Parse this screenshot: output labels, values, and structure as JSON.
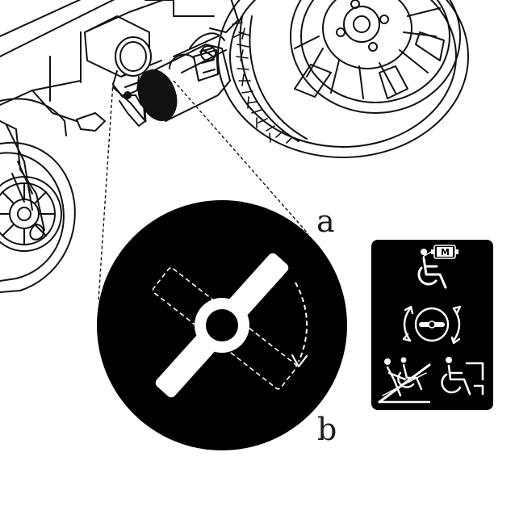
{
  "callouts": {
    "position_a": "a",
    "position_b": "b"
  },
  "instruction_panel": {
    "motor_badge": "M"
  },
  "colors": {
    "ink": "#111111",
    "panel": "#000000",
    "paper": "#ffffff"
  },
  "icons": [
    "wheelchair-icon",
    "motor-icon",
    "rotate-lever-icon",
    "push-wheelchair-prohibited-icon",
    "wheelchair-driving-icon"
  ]
}
